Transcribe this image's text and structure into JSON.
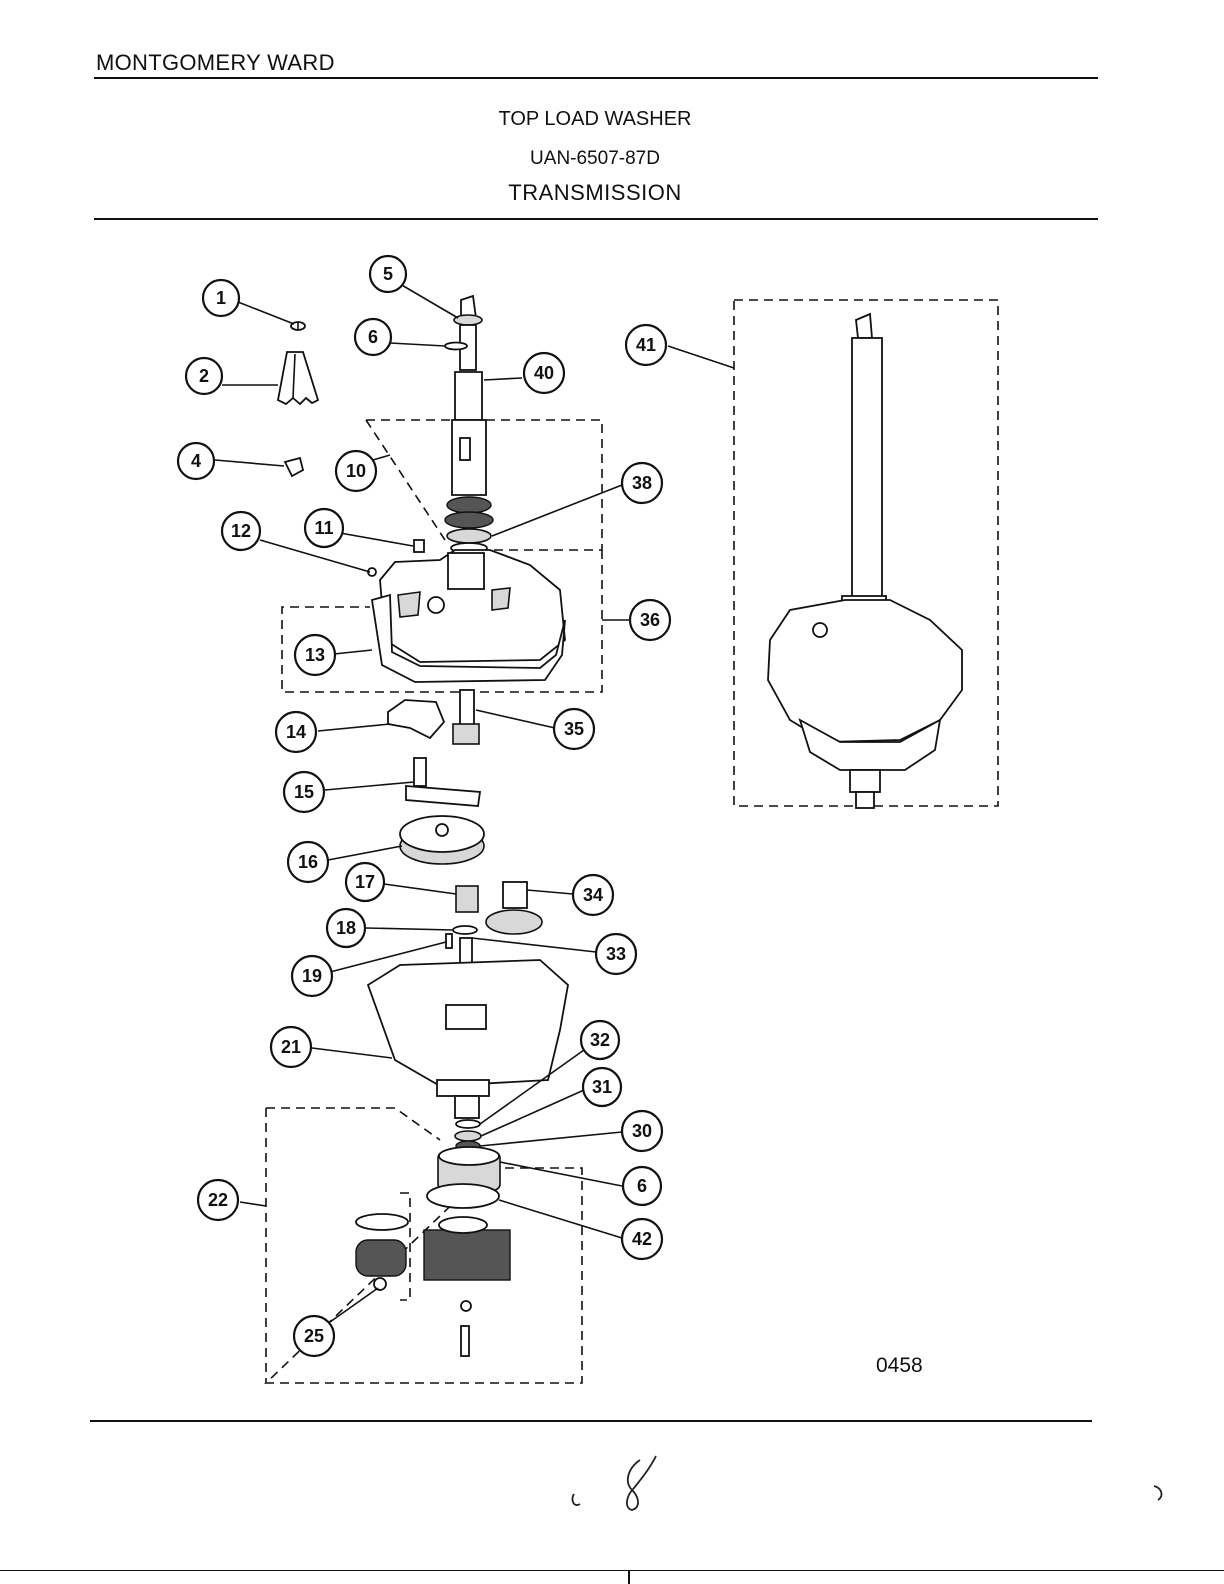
{
  "header": {
    "brand": "MONTGOMERY WARD",
    "product": "TOP LOAD WASHER",
    "model": "UAN-6507-87D",
    "section": "TRANSMISSION"
  },
  "drawing_number": "0458",
  "callouts": [
    {
      "id": "c1",
      "label": "1"
    },
    {
      "id": "c2",
      "label": "2"
    },
    {
      "id": "c4",
      "label": "4"
    },
    {
      "id": "c5",
      "label": "5"
    },
    {
      "id": "c6a",
      "label": "6"
    },
    {
      "id": "c40",
      "label": "40"
    },
    {
      "id": "c10",
      "label": "10"
    },
    {
      "id": "c38",
      "label": "38"
    },
    {
      "id": "c11",
      "label": "11"
    },
    {
      "id": "c12",
      "label": "12"
    },
    {
      "id": "c36",
      "label": "36"
    },
    {
      "id": "c13",
      "label": "13"
    },
    {
      "id": "c14",
      "label": "14"
    },
    {
      "id": "c35",
      "label": "35"
    },
    {
      "id": "c15",
      "label": "15"
    },
    {
      "id": "c16",
      "label": "16"
    },
    {
      "id": "c17",
      "label": "17"
    },
    {
      "id": "c34",
      "label": "34"
    },
    {
      "id": "c18",
      "label": "18"
    },
    {
      "id": "c33",
      "label": "33"
    },
    {
      "id": "c19",
      "label": "19"
    },
    {
      "id": "c21",
      "label": "21"
    },
    {
      "id": "c32",
      "label": "32"
    },
    {
      "id": "c31",
      "label": "31"
    },
    {
      "id": "c30",
      "label": "30"
    },
    {
      "id": "c22",
      "label": "22"
    },
    {
      "id": "c6b",
      "label": "6"
    },
    {
      "id": "c42",
      "label": "42"
    },
    {
      "id": "c25",
      "label": "25"
    },
    {
      "id": "c41",
      "label": "41"
    }
  ]
}
